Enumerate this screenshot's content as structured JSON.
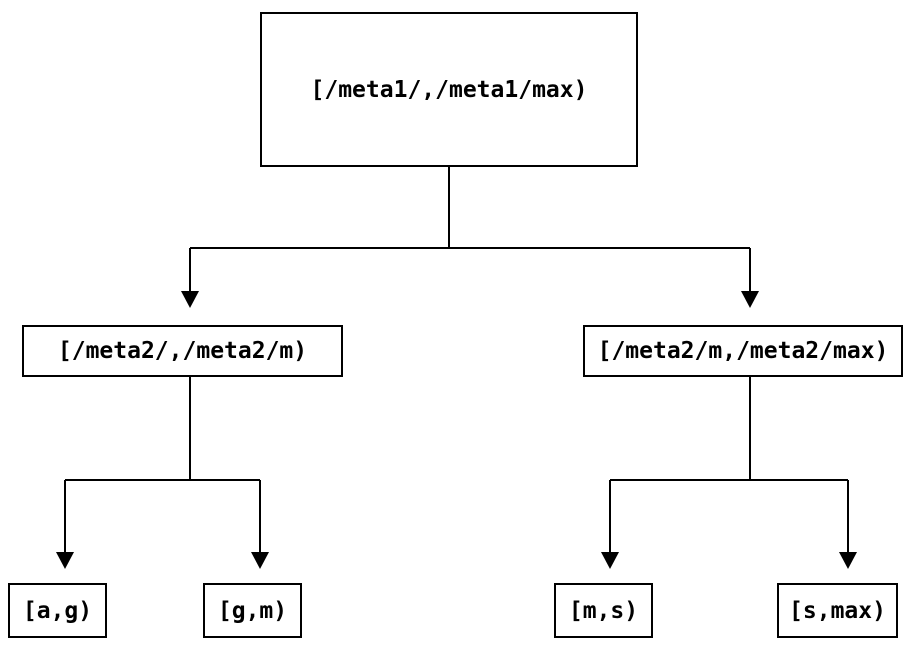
{
  "diagram": {
    "background_color": "#ffffff",
    "stroke_color": "#000000",
    "text_color": "#000000",
    "nodes": {
      "root": {
        "label": "[/meta1/,/meta1/max)"
      },
      "left_child": {
        "label": "[/meta2/,/meta2/m)"
      },
      "right_child": {
        "label": "[/meta2/m,/meta2/max)"
      },
      "leaf_ag": {
        "label": "[a,g)"
      },
      "leaf_gm": {
        "label": "[g,m)"
      },
      "leaf_ms": {
        "label": "[m,s)"
      },
      "leaf_smax": {
        "label": "[s,max)"
      }
    }
  }
}
